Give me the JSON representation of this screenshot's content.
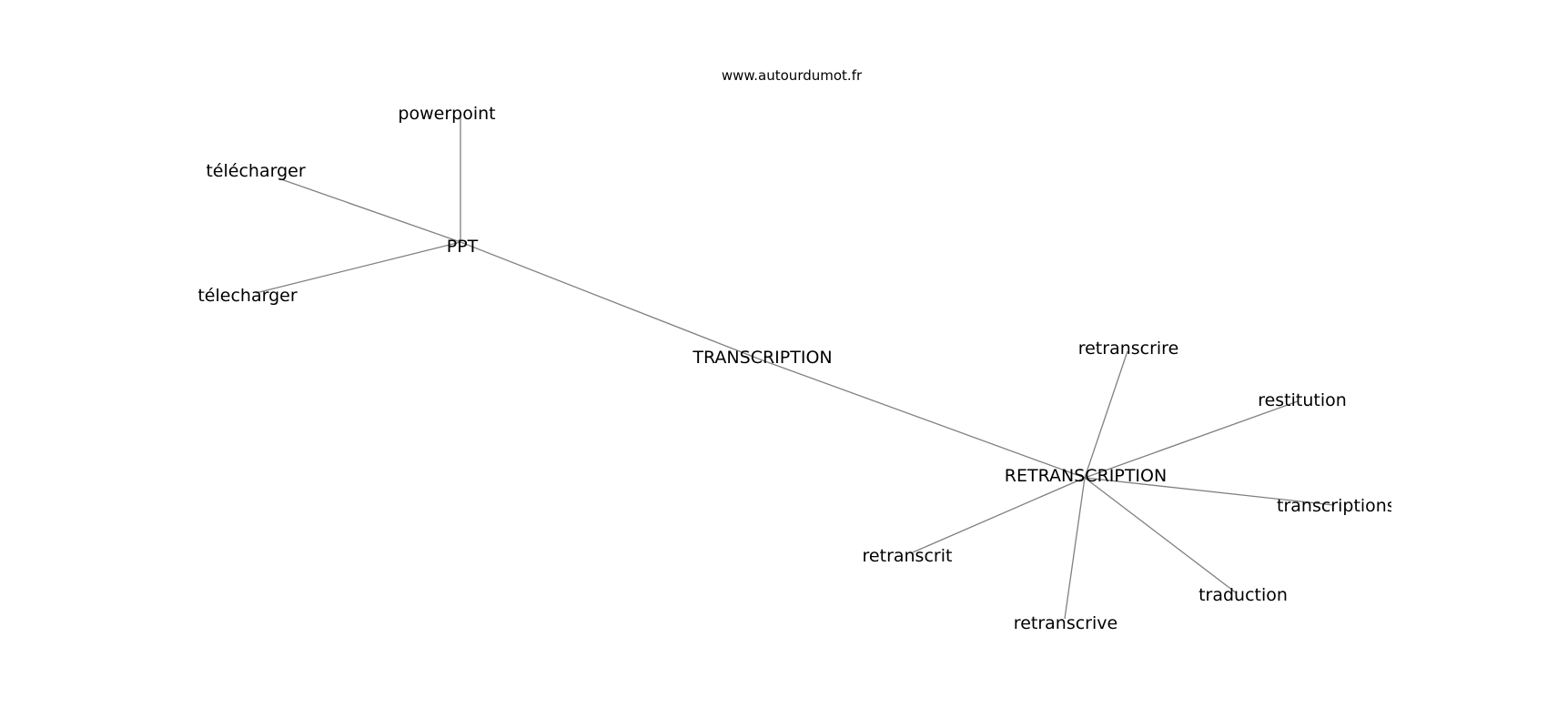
{
  "site": "www.autourdumot.fr",
  "colors": {
    "edge": "#808080",
    "text": "#000000",
    "background": "#ffffff"
  },
  "nodes": [
    {
      "id": "powerpoint",
      "label": "powerpoint"
    },
    {
      "id": "telecharger",
      "label": "télécharger"
    },
    {
      "id": "ppt",
      "label": "PPT"
    },
    {
      "id": "telecharger2",
      "label": "télecharger"
    },
    {
      "id": "transcription",
      "label": "TRANSCRIPTION"
    },
    {
      "id": "retranscrire",
      "label": "retranscrire"
    },
    {
      "id": "restitution",
      "label": "restitution"
    },
    {
      "id": "retranscription",
      "label": "RETRANSCRIPTION"
    },
    {
      "id": "transcriptions",
      "label": "transcriptions"
    },
    {
      "id": "retranscrit",
      "label": "retranscrit"
    },
    {
      "id": "traduction",
      "label": "traduction"
    },
    {
      "id": "retranscrive",
      "label": "retranscrive"
    }
  ],
  "edges": [
    [
      "ppt",
      "powerpoint"
    ],
    [
      "ppt",
      "telecharger"
    ],
    [
      "ppt",
      "telecharger2"
    ],
    [
      "ppt",
      "transcription"
    ],
    [
      "transcription",
      "retranscription"
    ],
    [
      "retranscription",
      "retranscrire"
    ],
    [
      "retranscription",
      "restitution"
    ],
    [
      "retranscription",
      "transcriptions"
    ],
    [
      "retranscription",
      "traduction"
    ],
    [
      "retranscription",
      "retranscrive"
    ],
    [
      "retranscription",
      "retranscrit"
    ]
  ]
}
